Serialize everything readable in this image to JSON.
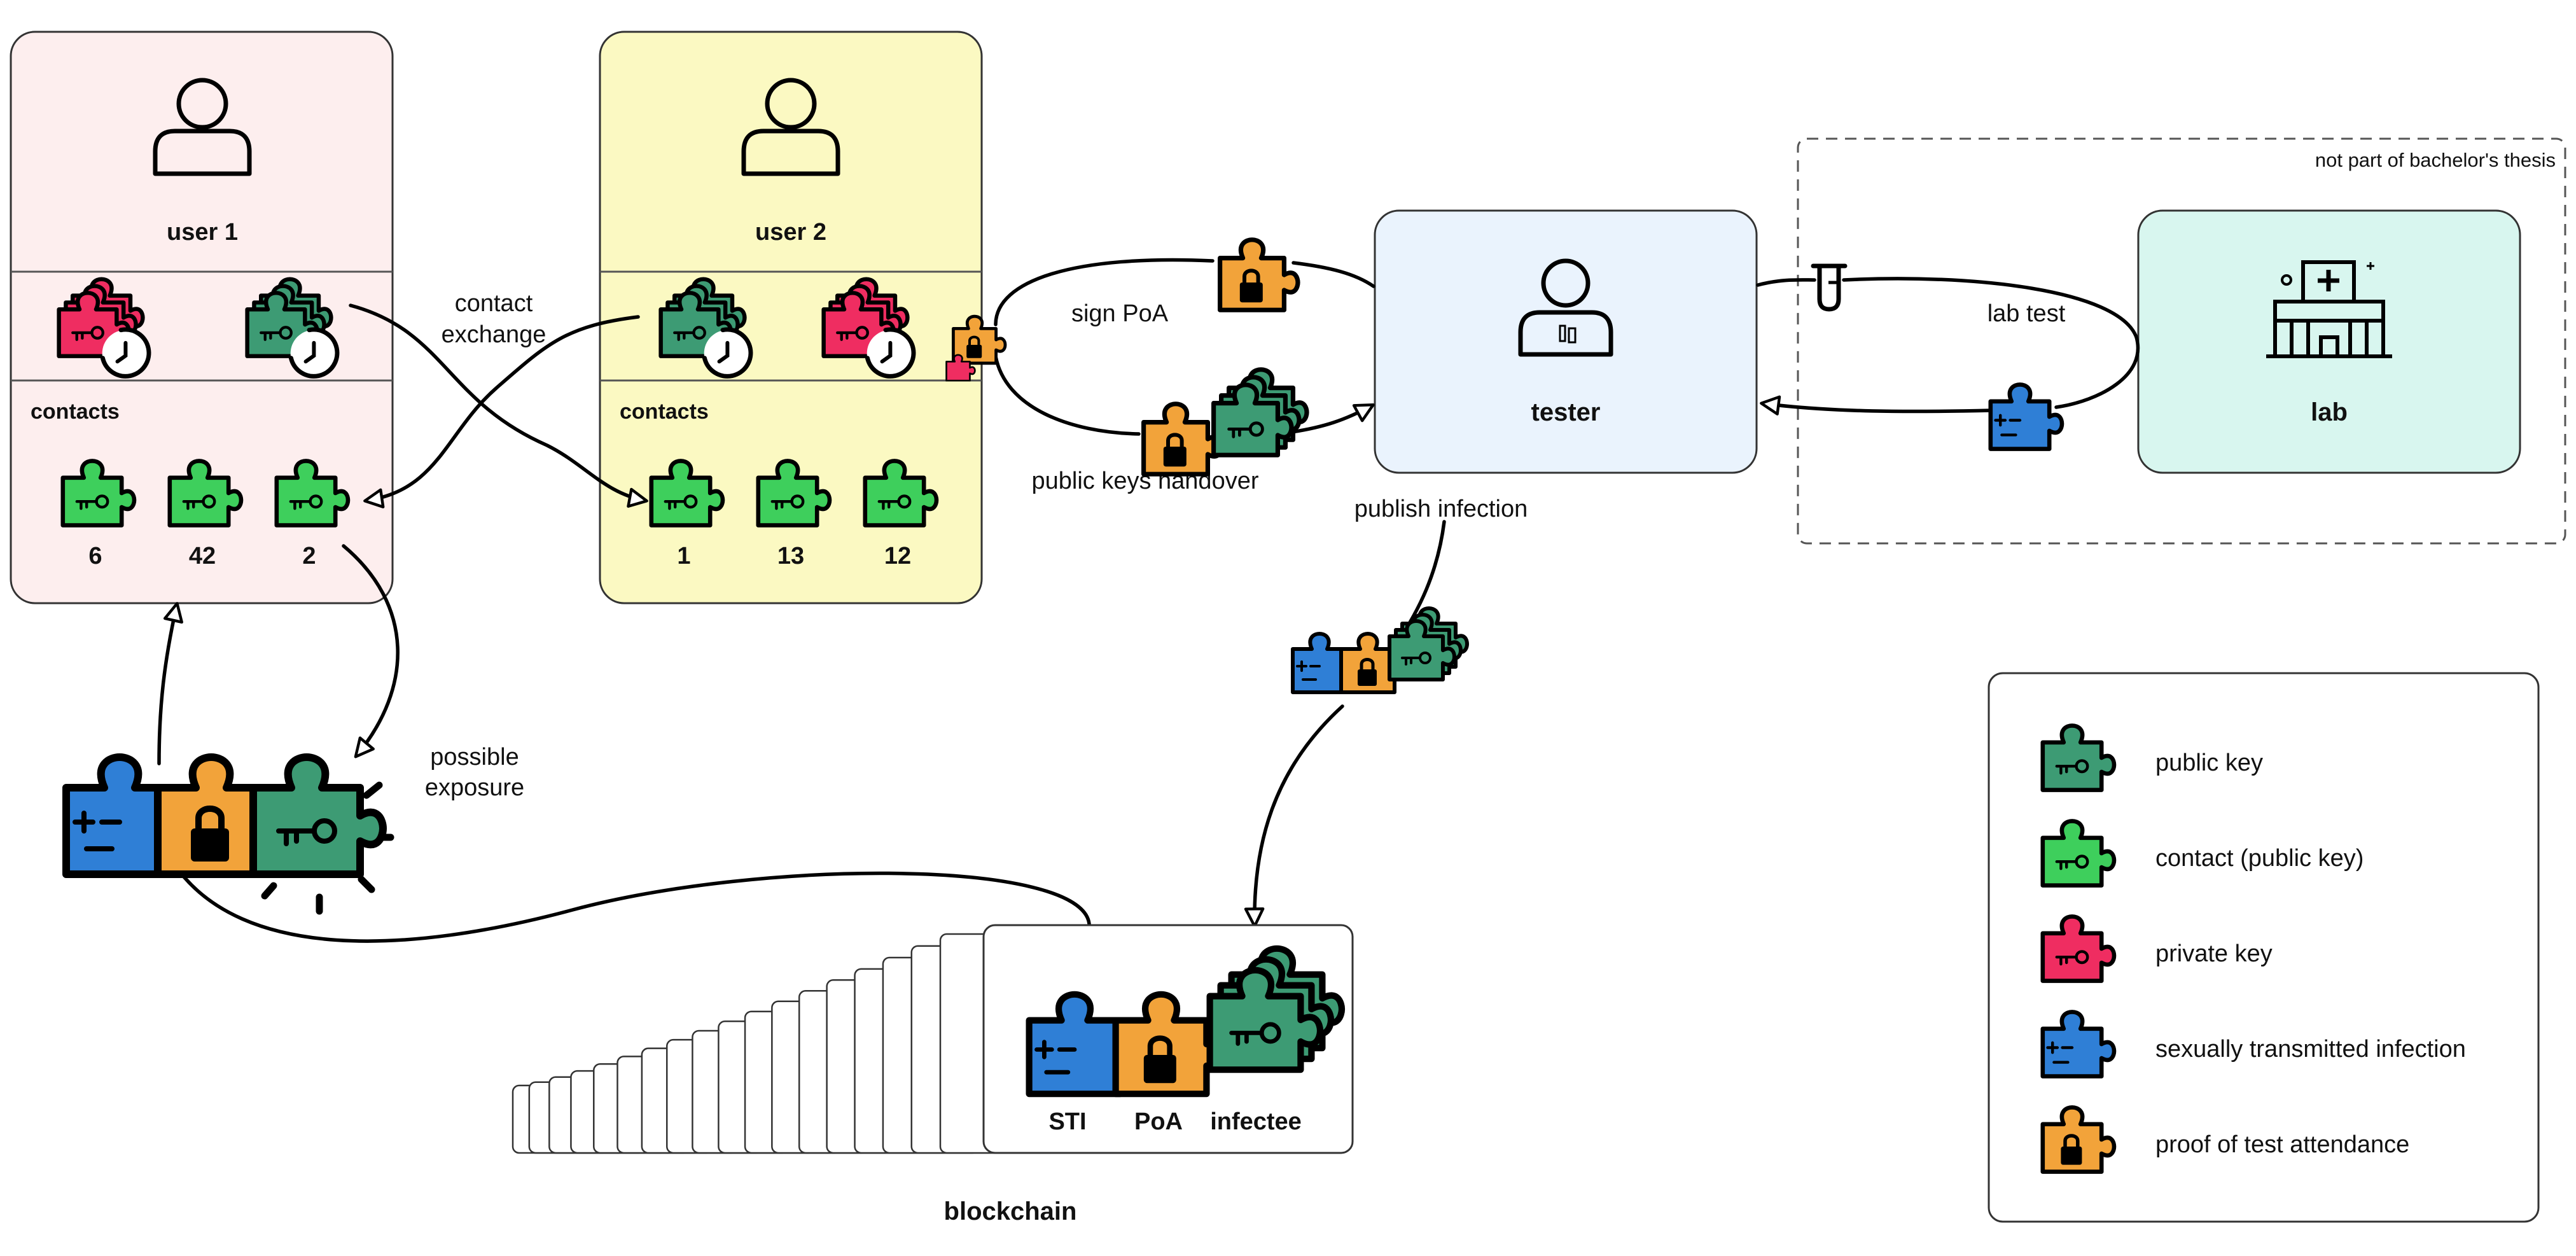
{
  "colors": {
    "public_key": "#3d9b74",
    "contact": "#3ecf5c",
    "private_key": "#ef2d61",
    "sti": "#2f7fd6",
    "poa": "#f2a33a",
    "user1_fill": "#fdeeee",
    "user2_fill": "#fbf9c2",
    "tester_fill": "#eaf3fd",
    "lab_fill": "#d8f6ef"
  },
  "actors": {
    "user1": {
      "name": "user 1",
      "contacts_label": "contacts",
      "contact_counts": [
        "6",
        "42",
        "2"
      ]
    },
    "user2": {
      "name": "user 2",
      "contacts_label": "contacts",
      "contact_counts": [
        "1",
        "13",
        "12"
      ]
    },
    "tester": {
      "name": "tester"
    },
    "lab": {
      "name": "lab"
    }
  },
  "region_note": "not part of bachelor's thesis",
  "edges": {
    "contact_exchange": [
      "contact",
      "exchange"
    ],
    "sign_poa": "sign PoA",
    "public_keys_handover": "public keys handover",
    "lab_test": "lab test",
    "publish_infection": "publish infection",
    "possible_exposure": [
      "possible",
      "exposure"
    ]
  },
  "blockchain": {
    "title": "blockchain",
    "labels": [
      "STI",
      "PoA",
      "infectee"
    ]
  },
  "legend": {
    "items": [
      {
        "kind": "public_key",
        "label": "public key"
      },
      {
        "kind": "contact",
        "label": "contact (public key)"
      },
      {
        "kind": "private_key",
        "label": "private key"
      },
      {
        "kind": "sti",
        "label": "sexually transmitted infection"
      },
      {
        "kind": "poa",
        "label": "proof of test attendance"
      }
    ]
  }
}
